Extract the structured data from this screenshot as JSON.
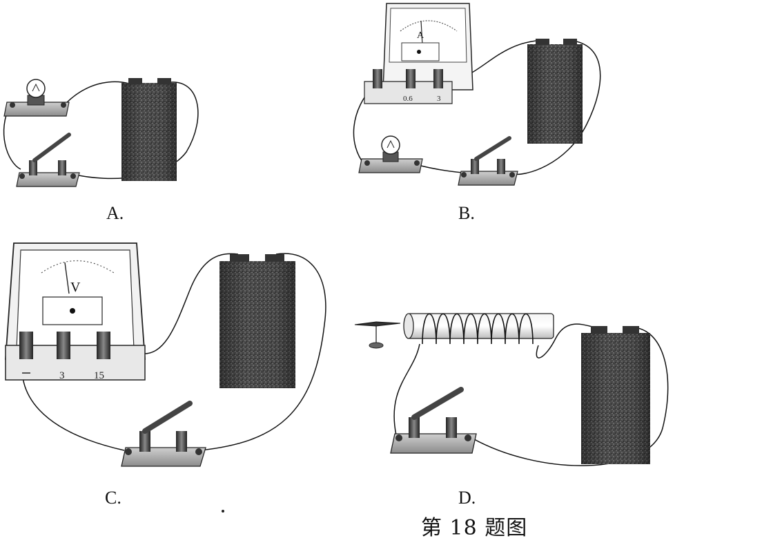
{
  "panels": [
    {
      "label": "A."
    },
    {
      "label": "B.",
      "ammeter": {
        "letter": "A",
        "terminals": [
          "0.6",
          "3"
        ]
      }
    },
    {
      "label": "C.",
      "voltmeter": {
        "letter": "V",
        "terminals": [
          "3",
          "15"
        ]
      }
    },
    {
      "label": "D."
    }
  ],
  "caption": "第 18 题图"
}
